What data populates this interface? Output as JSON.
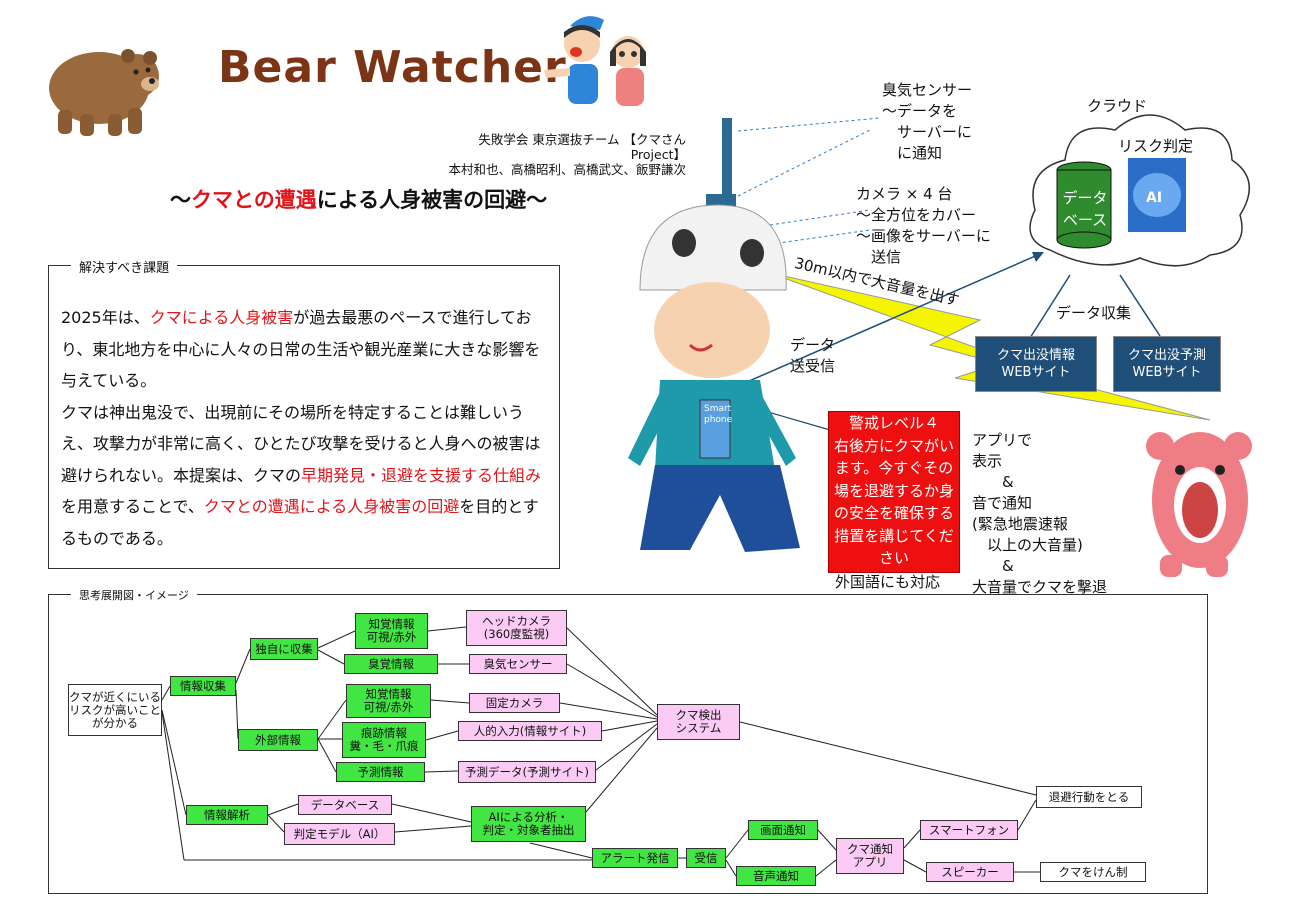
{
  "header": {
    "title": "Bear Watcher",
    "team_line1": "失敗学会 東京選抜チーム 【クマさんProject】",
    "team_line2": "本村和也、高橋昭利、高橋武文、飯野謙次",
    "subtitle_prefix": "～",
    "subtitle_red": "クマとの遭遇",
    "subtitle_rest": "による人身被害の回避～"
  },
  "problem": {
    "legend": "解決すべき課題",
    "p1_a": "2025年は、",
    "p1_red": "クマによる人身被害",
    "p1_b": "が過去最悪のペースで進行しており、東北地方を中心に人々の日常の生活や観光産業に大きな影響を与えている。",
    "p2_a": "クマは神出鬼没で、出現前にその場所を特定することは難しいうえ、攻撃力が非常に高く、ひとたび攻撃を受けると人身への被害は避けられない。本提案は、クマの",
    "p2_red1": "早期発見・退避を支援する仕組み",
    "p2_b": "を用意することで、",
    "p2_red2": "クマとの遭遇による人身被害の回避",
    "p2_c": "を目的とするものである。"
  },
  "illustration": {
    "sensor_label": "臭気センサー\n～データを\n　サーバーに\n　に通知",
    "camera_label": "カメラ × 4 台\n～全方位をカバー\n～画像をサーバーに\n　送信",
    "cloud_label": "クラウド",
    "risk_label": "リスク判定",
    "db_label": "データ\nベース",
    "ai_label": "AI",
    "loud_label": "30m以内で大音量を出す",
    "data_comm": "データ\n送受信",
    "data_collect": "データ収集",
    "site1": "クマ出没情報\nWEBサイト",
    "site2": "クマ出没予測\nWEBサイト",
    "phone_label": "Smart\nphone",
    "alert_title": "警戒レベル４",
    "alert_body": "右後方にクマがいます。今すぐその場を退避するか身の安全を確保する措置を講じてください",
    "foreign": "外国語にも対応",
    "app_notice": "アプリで\n表示\n　　&\n音で通知\n(緊急地震速報\n　以上の大音量)\n　　&\n大音量でクマを撃退"
  },
  "diagram": {
    "legend": "思考展開図・イメージ",
    "root": "クマが近くにいるリスクが高いことが分かる",
    "info_collect": "情報収集",
    "own_collect": "独自に収集",
    "perception1": "知覚情報\n可視/赤外",
    "head_camera": "ヘッドカメラ\n(360度監視)",
    "smell_info": "臭覚情報",
    "smell_sensor": "臭気センサー",
    "external": "外部情報",
    "perception2": "知覚情報\n可視/赤外",
    "fixed_camera": "固定カメラ",
    "trace_info": "痕跡情報\n糞・毛・爪痕",
    "human_input": "人的入力(情報サイト)",
    "forecast_info": "予測情報",
    "forecast_data": "予測データ(予測サイト)",
    "detect_system": "クマ検出\nシステム",
    "analysis": "情報解析",
    "database": "データベース",
    "judge_model": "判定モデル（AI）",
    "ai_analysis": "AIによる分析・\n判定・対象者抽出",
    "alert_send": "アラート発信",
    "receive": "受信",
    "screen_notice": "画面通知",
    "sound_notice": "音声通知",
    "app": "クマ通知\nアプリ",
    "smartphone": "スマートフォン",
    "speaker": "スピーカー",
    "evacuate": "退避行動をとる",
    "deter": "クマをけん制"
  },
  "colors": {
    "title_brown": "#7b3415",
    "accent_red": "#e0151b",
    "box_green": "#42e642",
    "box_pink": "#fbcbf6",
    "site_blue": "#1f4e79",
    "alert_red": "#ee1010",
    "lightning_yellow": "#f5f500"
  }
}
